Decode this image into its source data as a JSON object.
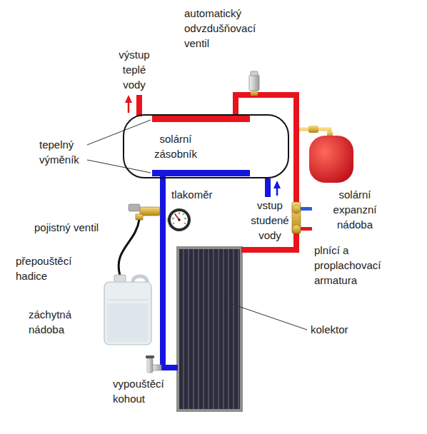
{
  "diagram": {
    "nodes": [
      {
        "text": [
          "solární zásobník"
        ]
      }
    ],
    "labels": [
      "automatický odvzdušňovací ventil",
      "výstup teplé vody",
      "tepelný výměník",
      "tlakoměr",
      "vstup studené vody",
      "pojistný ventil",
      "solární expanzní nádoba",
      "přepouštěcí hadice",
      "plnící a proplachovací armatura",
      "záchytná nádoba",
      "kolektor",
      "vypouštěcí kohout"
    ]
  }
}
